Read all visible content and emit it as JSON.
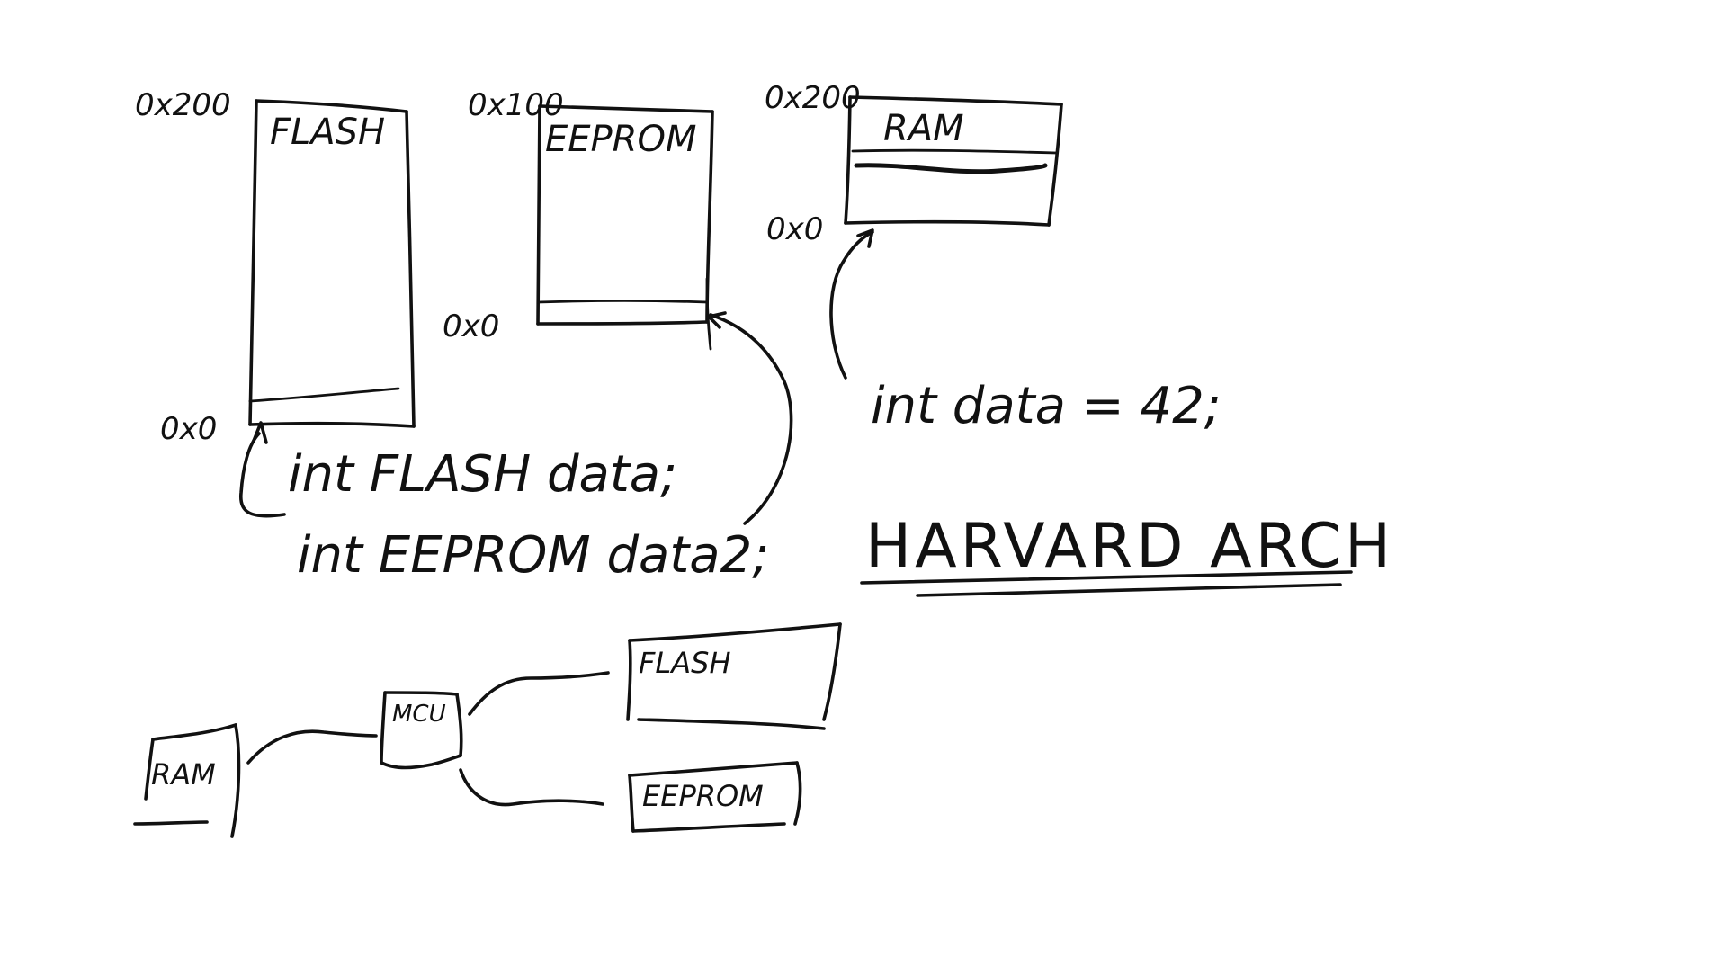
{
  "memory_map": {
    "flash": {
      "label": "FLASH",
      "addr_top": "0x200",
      "addr_bottom": "0x0"
    },
    "eeprom": {
      "label": "EEPROM",
      "addr_top": "0x100",
      "addr_bottom": "0x0"
    },
    "ram": {
      "label": "RAM",
      "addr_top": "0x200",
      "addr_bottom": "0x0"
    }
  },
  "code": {
    "flash_decl": "int FLASH data;",
    "eeprom_decl": "int EEPROM data2;",
    "ram_decl": "int data = 42;"
  },
  "title": "HARVARD ARCH",
  "bus_diagram": {
    "ram_label": "RAM",
    "controller_label": "MCU",
    "flash_label": "FLASH",
    "eeprom_label": "EEPROM"
  },
  "colors": {
    "ink": "#111111",
    "background": "#ffffff"
  }
}
